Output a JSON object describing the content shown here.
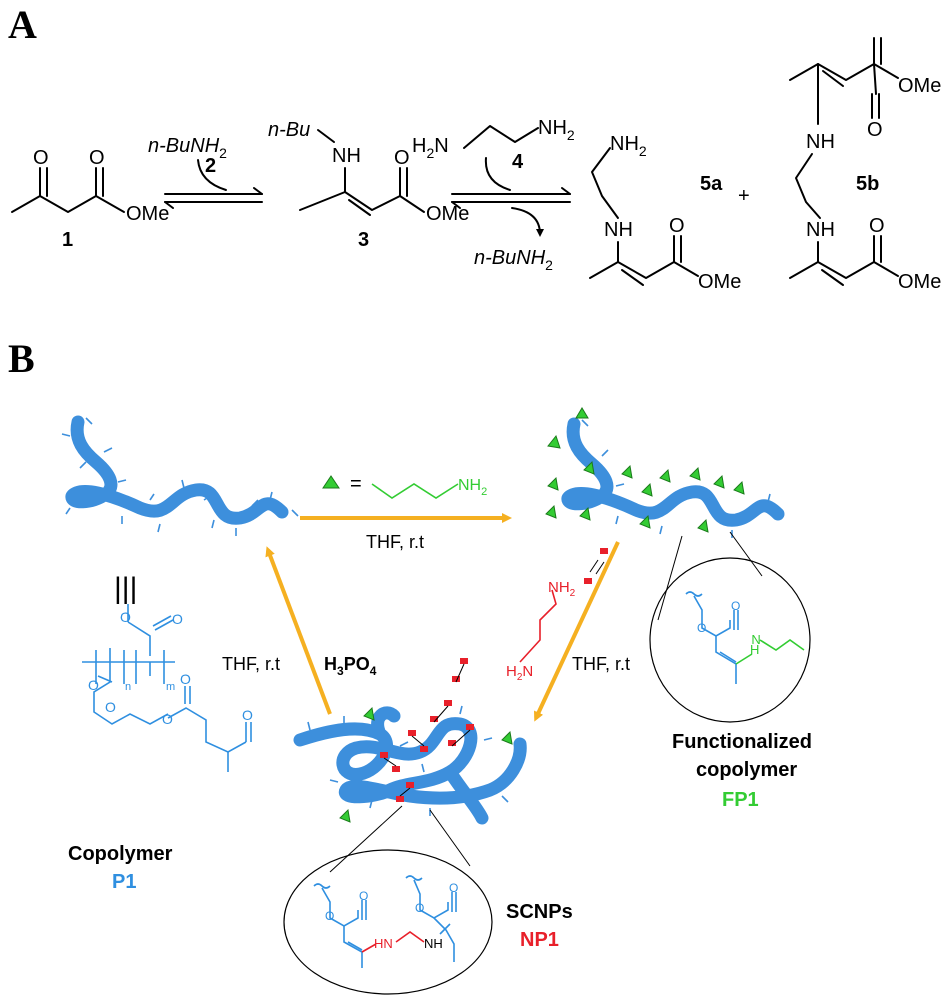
{
  "panels": {
    "a_label": "A",
    "b_label": "B"
  },
  "scheme_a": {
    "reagent2": "n-BuNH",
    "reagent2_sub": "2",
    "num2": "2",
    "num1": "1",
    "num3": "3",
    "num4": "4",
    "label_5a": "5a",
    "label_5b": "5b",
    "plus": "+",
    "byproduct": "n-BuNH",
    "byproduct_sub": "2",
    "nbu": "n-Bu",
    "nh": "NH",
    "ome": "OMe",
    "o": "O",
    "h2n": "H",
    "h2n_sub": "2",
    "h2n_n": "N",
    "nh2": "NH",
    "nh2_sub": "2"
  },
  "scheme_b": {
    "eq_sign": "=",
    "amine_label": "NH",
    "amine_sub": "2",
    "cond_top": "THF, r.t",
    "cond_left": "THF, r.t",
    "acid": "H",
    "acid_sub1": "3",
    "acid_po": "PO",
    "acid_sub2": "4",
    "cond_right": "THF, r.t",
    "diamine_nh2": "NH",
    "diamine_sub": "2",
    "diamine_h2n": "H",
    "diamine_h2n_sub": "2",
    "diamine_n": "N",
    "triple_bond": "|||",
    "p1_n": "n",
    "p1_m": "m",
    "hn": "HN",
    "nh_small": "NH",
    "h_small": "H",
    "n_small": "N",
    "copolymer_title": "Copolymer",
    "copolymer_code": "P1",
    "fp_title_1": "Functionalized",
    "fp_title_2": "copolymer",
    "fp_code": "FP1",
    "scnp_title": "SCNPs",
    "scnp_code": "NP1"
  },
  "colors": {
    "polymer": "#3d8fdc",
    "green": "#33cc33",
    "red": "#e8202a",
    "arrow": "#f5b021"
  }
}
